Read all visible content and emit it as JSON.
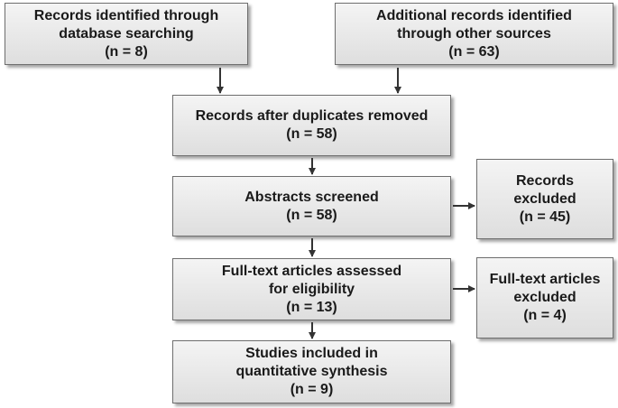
{
  "boxes": {
    "db_search": {
      "lines": [
        "Records identified through",
        "database searching",
        "(n = 8)"
      ]
    },
    "other_sources": {
      "lines": [
        "Additional records identified",
        "through other sources",
        "(n = 63)"
      ]
    },
    "duplicates_removed": {
      "lines": [
        "Records after duplicates removed",
        "(n = 58)"
      ]
    },
    "abstracts_screened": {
      "lines": [
        "Abstracts screened",
        "(n = 58)"
      ]
    },
    "records_excluded": {
      "lines": [
        "Records",
        "excluded",
        "(n = 45)"
      ]
    },
    "fulltext_assessed": {
      "lines": [
        "Full-text articles assessed",
        "for eligibility",
        "(n = 13)"
      ]
    },
    "fulltext_excluded": {
      "lines": [
        "Full-text articles",
        "excluded",
        "(n = 4)"
      ]
    },
    "studies_included": {
      "lines": [
        "Studies included in",
        "quantitative synthesis",
        "(n = 9)"
      ]
    }
  }
}
